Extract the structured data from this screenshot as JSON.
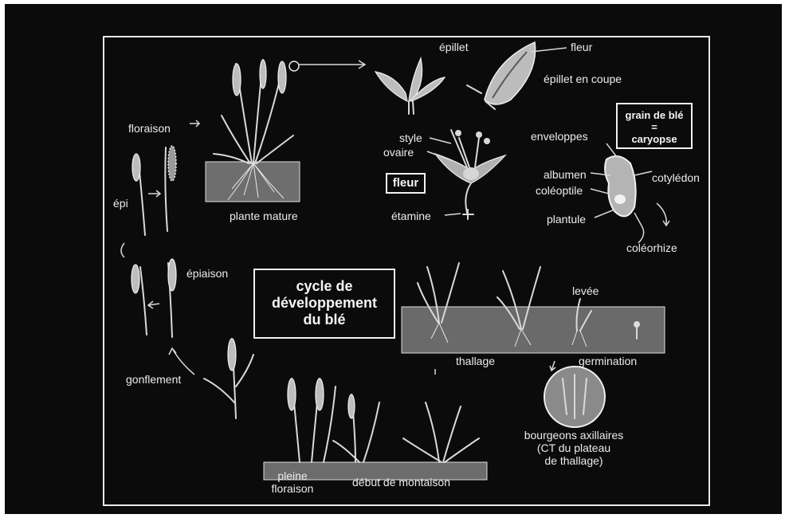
{
  "title": {
    "line1": "cycle de",
    "line2": "développement",
    "line3": "du blé"
  },
  "grain_box": {
    "line1": "grain de blé",
    "line2": "=",
    "line3": "caryopse"
  },
  "fleur_box": "fleur",
  "labels": {
    "epillet": "épillet",
    "fleur": "fleur",
    "epillet_en_coupe": "épillet en coupe",
    "floraison": "floraison",
    "plante_mature": "plante mature",
    "style": "style",
    "ovaire": "ovaire",
    "etamine": "étamine",
    "enveloppes": "enveloppes",
    "albumen": "albumen",
    "coleoptile": "coléoptile",
    "plantule": "plantule",
    "cotyledon": "cotylédon",
    "coleorhize": "coléorhize",
    "epi": "épi",
    "epiaison": "épiaison",
    "leve": "levée",
    "thallage": "thallage",
    "germination": "germination",
    "gonflement": "gonflement",
    "bourgeons_line1": "bourgeons axillaires",
    "bourgeons_line2": "(CT du plateau",
    "bourgeons_line3": "de thallage)",
    "pleine_line1": "pleine",
    "pleine_line2": "floraison",
    "debut_montaison": "début de montaison"
  },
  "colors": {
    "background": "#0b0b0b",
    "foreground": "#ececec",
    "soil": "#6a6a6a"
  }
}
